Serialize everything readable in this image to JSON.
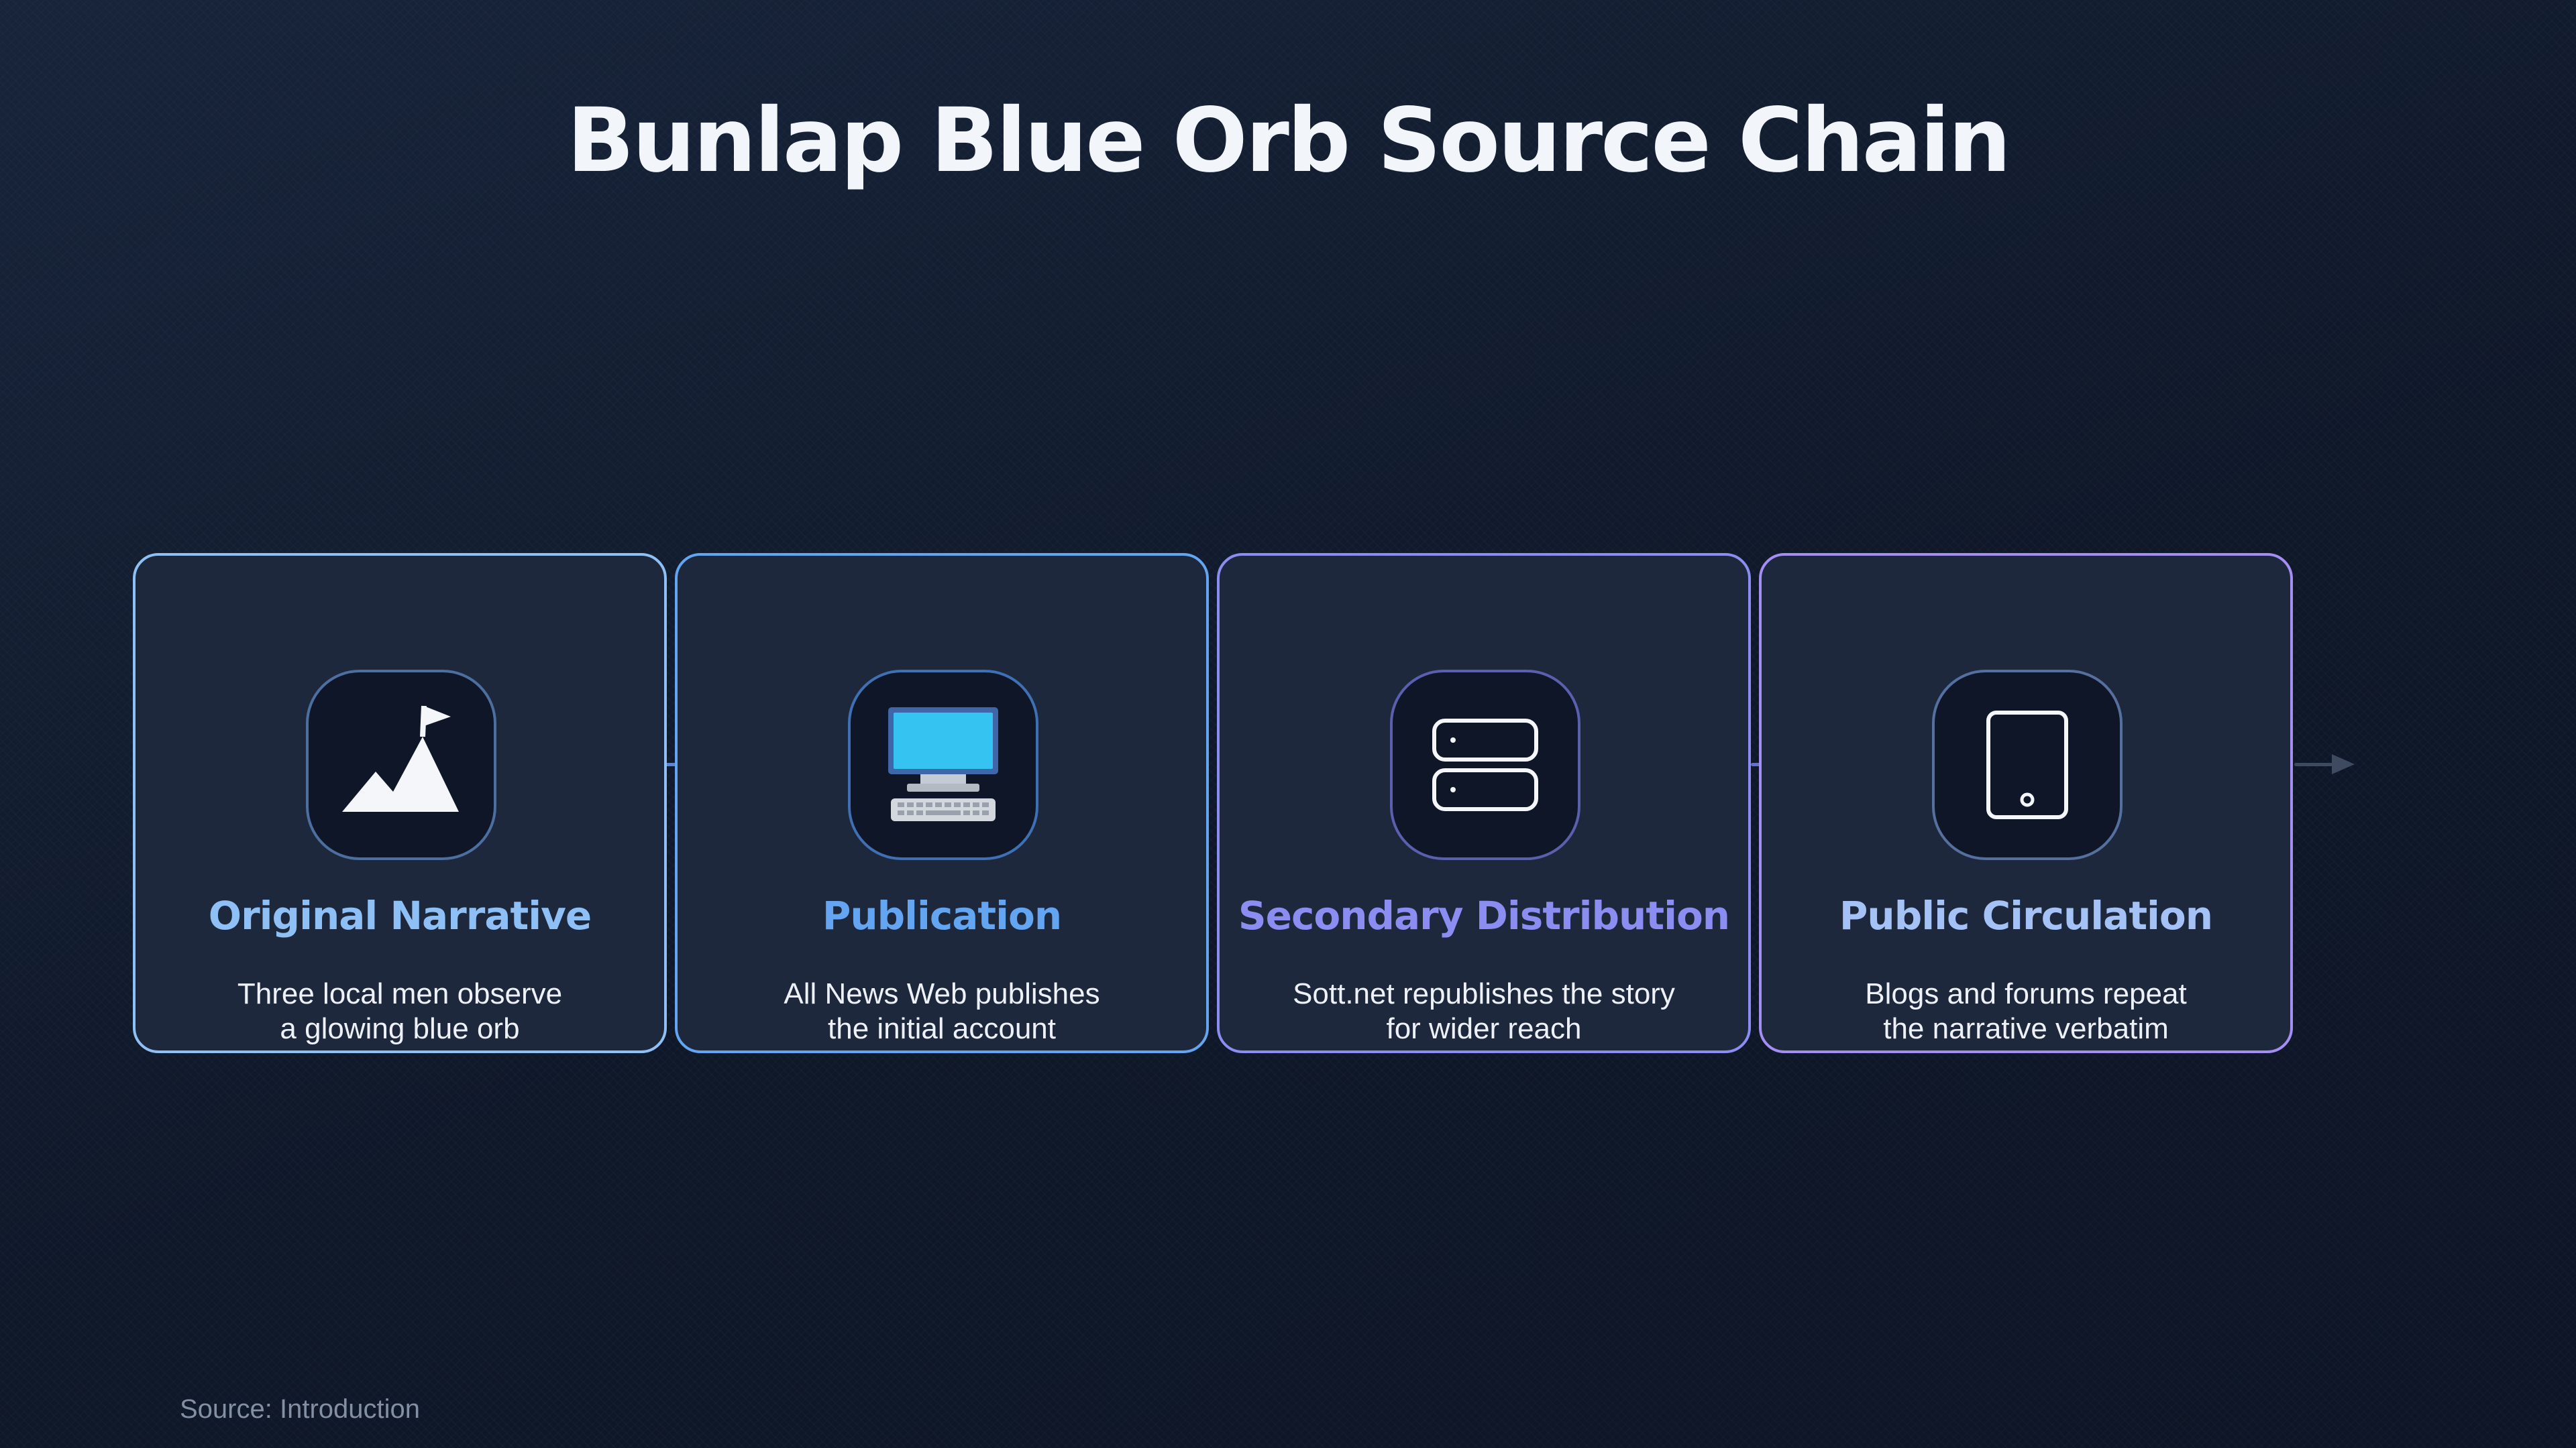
{
  "title": "Bunlap Blue Orb Source Chain",
  "steps": [
    {
      "title": "Original Narrative",
      "description_lines": [
        "Three local men observe",
        "a glowing blue orb"
      ],
      "icon": "mountain-flag-icon",
      "accent": "#8ec0f6"
    },
    {
      "title": "Publication",
      "description_lines": [
        "All News Web publishes",
        "the initial account"
      ],
      "icon": "desktop-computer-icon",
      "accent": "#64a5f2"
    },
    {
      "title": "Secondary Distribution",
      "description_lines": [
        "Sott.net republishes the story",
        "for wider reach"
      ],
      "icon": "server-icon",
      "accent": "#8b8df0"
    },
    {
      "title": "Public Circulation",
      "description_lines": [
        "Blogs and forums repeat",
        "the narrative verbatim"
      ],
      "icon": "tablet-icon",
      "accent": "#a4c2f5"
    }
  ],
  "source": "Source: Introduction",
  "colors": {
    "background": "#111a2c",
    "card": "#1e283d",
    "title": "#f2f5fa"
  }
}
